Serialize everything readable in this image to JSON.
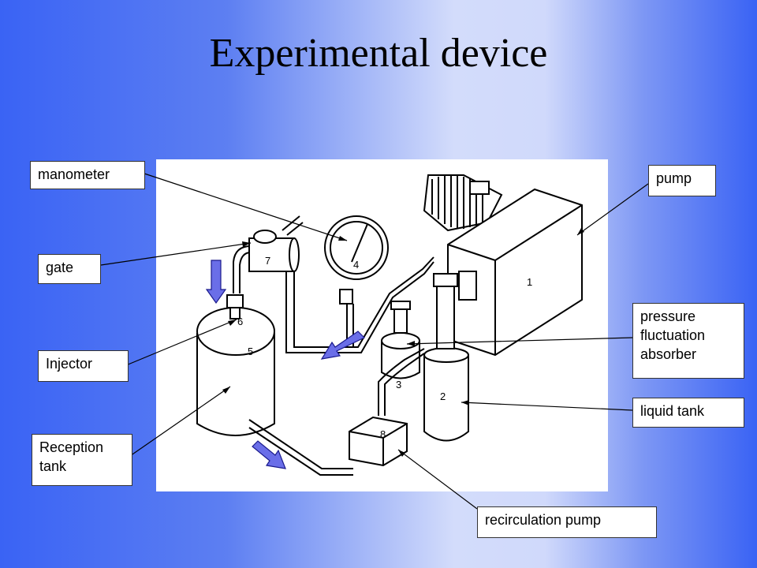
{
  "title": "Experimental device",
  "labels": {
    "manometer": "manometer",
    "pump": "pump",
    "gate": "gate",
    "pressure_line1": "pressure",
    "pressure_line2": "fluctuation",
    "pressure_line3": "absorber",
    "injector": "Injector",
    "liquid_tank": "liquid tank",
    "reception_line1": "Reception",
    "reception_line2": "tank",
    "recirculation_pump": "recirculation pump"
  },
  "part_numbers": [
    "1",
    "2",
    "3",
    "4",
    "5",
    "6",
    "7",
    "8"
  ],
  "colors": {
    "arrow_fill": "#6a6ee8",
    "arrow_stroke": "#1a1a8c",
    "background": "#3a63f4"
  }
}
